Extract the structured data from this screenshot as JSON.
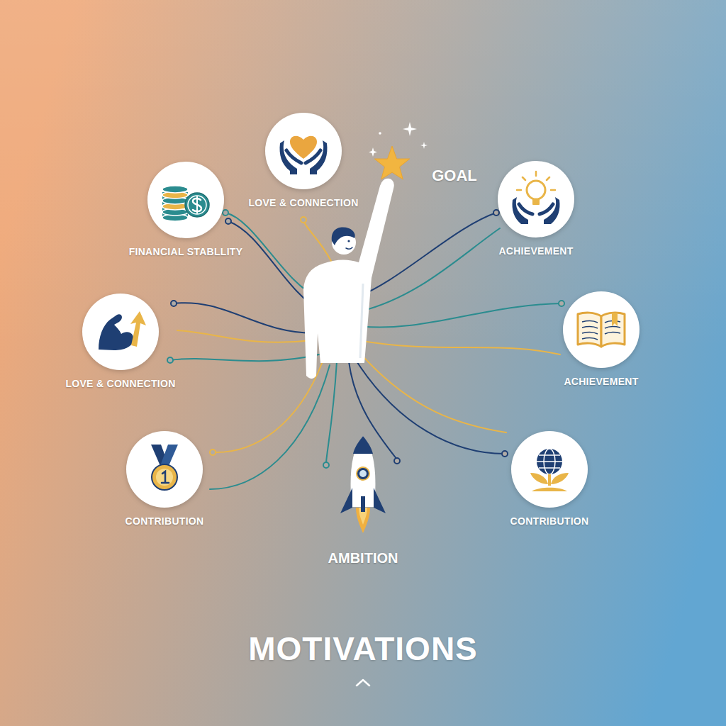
{
  "diagram": {
    "title": "MOTIVATIONS",
    "nodes": [
      {
        "text": [
          "LOVE & CONNECTION"
        ]
      },
      {
        "text": [
          "FINANCIAL STABLLITY"
        ]
      },
      {
        "text": [
          "ACHIEVEMENT"
        ]
      },
      {
        "text": [
          "LOVE & CONNECTION"
        ]
      },
      {
        "text": [
          "ACHIEVEMENT"
        ]
      },
      {
        "text": [
          "CONTRIBUTION"
        ]
      },
      {
        "text": [
          "CONTRIBUTION"
        ]
      }
    ],
    "labels": [
      "GOAL",
      "AMBITION"
    ]
  }
}
